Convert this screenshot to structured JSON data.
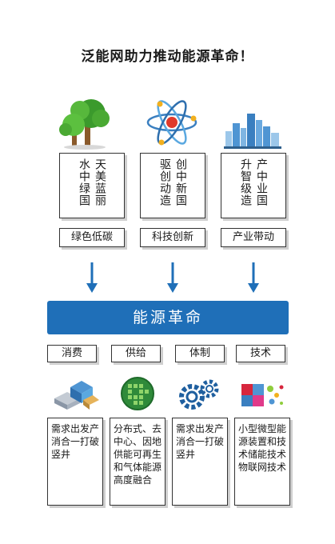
{
  "title": "泛能网助力推动能源革命！",
  "top_columns": [
    {
      "icon": "tree-icon",
      "text": "天美蓝丽水中绿国",
      "tag": "绿色低碳"
    },
    {
      "icon": "atom-icon",
      "text": "创中新国驱创动造",
      "tag": "科技创新"
    },
    {
      "icon": "city-skyline-icon",
      "text": "产中业国升智级造",
      "tag": "产业带动"
    }
  ],
  "banner": "能源革命",
  "bottom_columns": [
    {
      "icon": "buildings-icon",
      "label": "消费",
      "text": "需求出发产消合一打破竖井"
    },
    {
      "icon": "globe-icon",
      "label": "供给",
      "text": "分布式、去中心、因地供能可再生和气体能源高度融合"
    },
    {
      "icon": "gears-icon",
      "label": "体制",
      "text": "需求出发产消合一打破竖井"
    },
    {
      "icon": "puzzle-icon",
      "label": "技术",
      "text": "小型微型能源装置和技术储能技术物联网技术"
    }
  ],
  "colors": {
    "accent": "#1f6fb8",
    "arrow": "#1f6fb8"
  }
}
